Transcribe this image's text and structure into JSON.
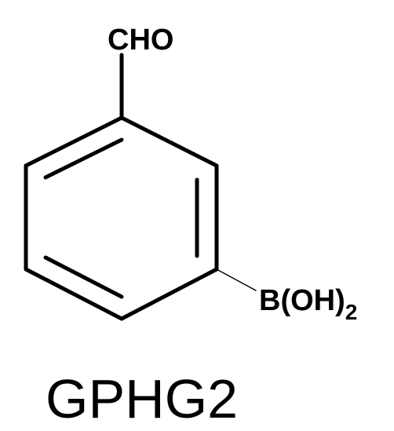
{
  "molecule": {
    "substituent_top": "CHO",
    "substituent_right": {
      "main": "B(OH)",
      "subscript": "2"
    },
    "compound_name": "GPHG2"
  },
  "colors": {
    "bond": "#000000",
    "text": "#000000",
    "background": "#ffffff"
  }
}
